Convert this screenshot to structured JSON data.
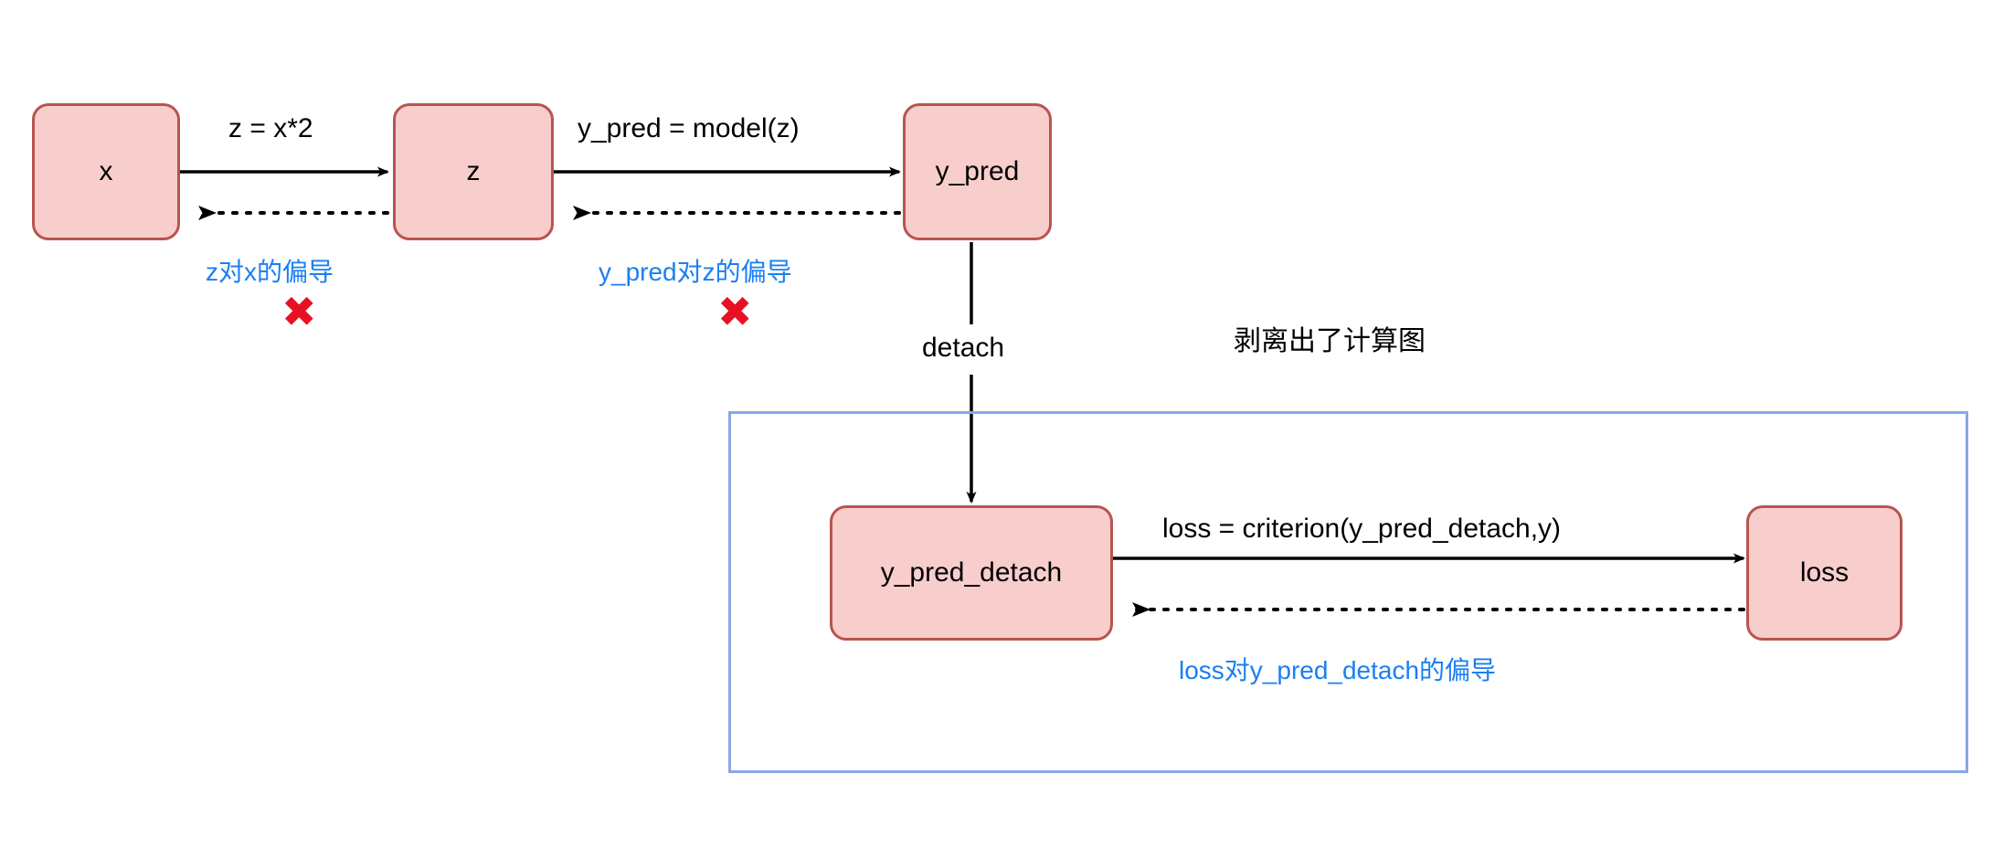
{
  "diagram": {
    "title_note": "剥离出了计算图",
    "colors": {
      "node_fill": "#f8cecc",
      "node_stroke": "#b85450",
      "group_stroke": "#87a8e8",
      "gradient_label": "#1a7ff2",
      "cross_mark": "#e81123",
      "edge": "#000000"
    },
    "nodes": [
      {
        "id": "x",
        "label": "x"
      },
      {
        "id": "z",
        "label": "z"
      },
      {
        "id": "y_pred",
        "label": "y_pred"
      },
      {
        "id": "y_pred_detach",
        "label": "y_pred_detach"
      },
      {
        "id": "loss",
        "label": "loss"
      }
    ],
    "forward_edges": [
      {
        "from": "x",
        "to": "z",
        "label": "z = x*2"
      },
      {
        "from": "z",
        "to": "y_pred",
        "label": "y_pred = model(z)"
      },
      {
        "from": "y_pred",
        "to": "y_pred_detach",
        "label": "detach"
      },
      {
        "from": "y_pred_detach",
        "to": "loss",
        "label": "loss = criterion(y_pred_detach,y)"
      }
    ],
    "backward_edges": [
      {
        "from": "z",
        "to": "x",
        "label": "z对x的偏导",
        "blocked": true,
        "blocked_mark": "✖"
      },
      {
        "from": "y_pred",
        "to": "z",
        "label": "y_pred对z的偏导",
        "blocked": true,
        "blocked_mark": "✖"
      },
      {
        "from": "loss",
        "to": "y_pred_detach",
        "label": "loss对y_pred_detach的偏导",
        "blocked": false,
        "blocked_mark": ""
      }
    ]
  }
}
